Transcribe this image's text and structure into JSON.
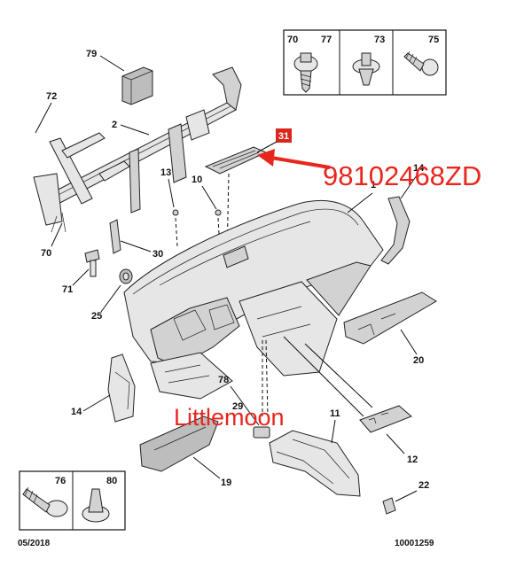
{
  "callouts": {
    "c79": "79",
    "c72": "72",
    "c2": "2",
    "c13": "13",
    "c10": "10",
    "c1": "1",
    "c14top": "14",
    "c70": "70",
    "c30": "30",
    "c71": "71",
    "c25": "25",
    "c20": "20",
    "c14": "14",
    "c78": "78",
    "c29": "29",
    "c11": "11",
    "c12": "12",
    "c19": "19",
    "c22": "22"
  },
  "fastener_box_top": {
    "labels": [
      "70",
      "77",
      "73",
      "75"
    ]
  },
  "fastener_box_bottom": {
    "labels": [
      "76",
      "80"
    ]
  },
  "highlight_callout": {
    "label": "31",
    "color": "#d9261c"
  },
  "overlay_part_number": {
    "text": "98102468ZD",
    "color": "#e8261e"
  },
  "watermark": {
    "text": "Littlemoon",
    "color": "#e8261e"
  },
  "footer": {
    "date": "05/2018",
    "reference": "10001259"
  }
}
